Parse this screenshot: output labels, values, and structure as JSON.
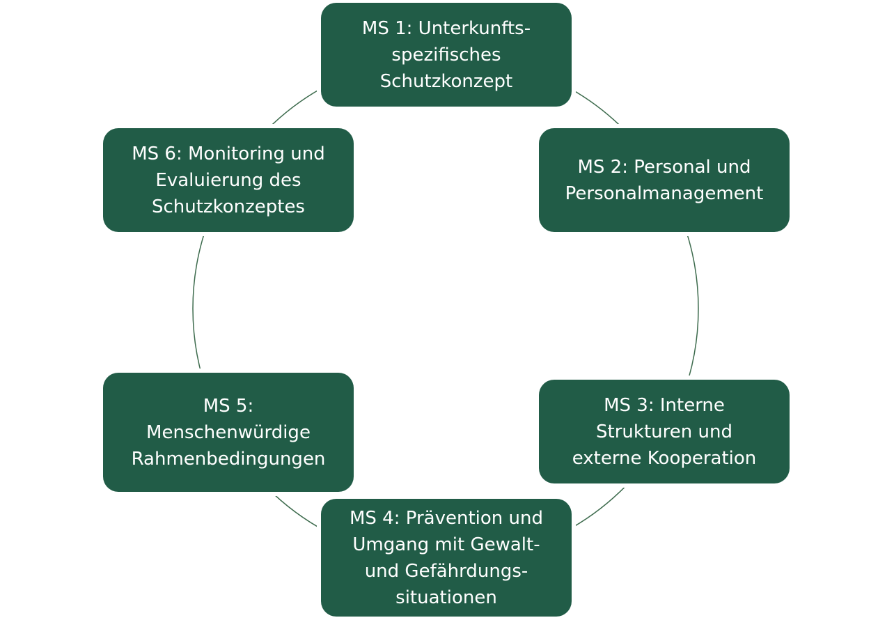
{
  "colors": {
    "box": "#215c47",
    "ring": "#3d6b4d",
    "text": "#ffffff"
  },
  "steps": [
    {
      "id": "ms1",
      "text": "MS 1: Unterkunfts-\nspezifisches\nSchutzkonzept"
    },
    {
      "id": "ms2",
      "text": "MS 2: Personal und\nPersonalmanagement"
    },
    {
      "id": "ms3",
      "text": "MS 3: Interne\nStrukturen und\nexterne Kooperation"
    },
    {
      "id": "ms4",
      "text": "MS 4: Prävention und\nUmgang mit Gewalt-\nund Gefährdungs-\nsituationen"
    },
    {
      "id": "ms5",
      "text": "MS 5:\nMenschenwürdige\nRahmenbedingungen"
    },
    {
      "id": "ms6",
      "text": "MS 6: Monitoring und\nEvaluierung des\nSchutzkonzeptes"
    }
  ]
}
